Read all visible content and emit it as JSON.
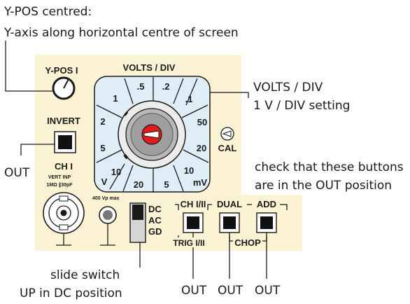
{
  "annotations": {
    "ypos_title": "Y-POS centred:",
    "ypos_desc": "Y-axis along horizontal centre of screen",
    "volts_title": "VOLTS / DIV",
    "volts_desc": "1 V / DIV setting",
    "out_left": "OUT",
    "check_line1": "check that these buttons",
    "check_line2": "are in the OUT position",
    "slide_line1": "slide switch",
    "slide_line2": "UP in DC position",
    "out_bottom": [
      "OUT",
      "OUT",
      "OUT"
    ]
  },
  "panel": {
    "ypos_label": "Y-POS I",
    "invert_label": "INVERT",
    "ch1_label": "CH I",
    "vert_inp_label": "VERT INP",
    "impedance_label": "1MΩ ∥30pF",
    "max_voltage_label": "400 Vp max",
    "volts_div_label": "VOLTS / DIV",
    "cal_label": "CAL",
    "dial_labels": [
      ".5",
      ".2",
      ".1",
      "50",
      "20",
      "10",
      "mV",
      "5",
      "20",
      "10",
      "V",
      "5",
      "2",
      "1"
    ],
    "switch_labels": [
      "DC",
      "AC",
      "GD"
    ],
    "btn_ch1_label": "CH I/II",
    "btn_trig_label": "TRIG I/II",
    "btn_dual_label": "DUAL",
    "btn_add_label": "ADD",
    "chop_label": "CHOP"
  },
  "colors": {
    "panel_bg": "#fcf3d4",
    "dial_bg": "#dfeef6",
    "knob_red": "#e11b1b",
    "annotation_line": "#1a1a1a"
  }
}
